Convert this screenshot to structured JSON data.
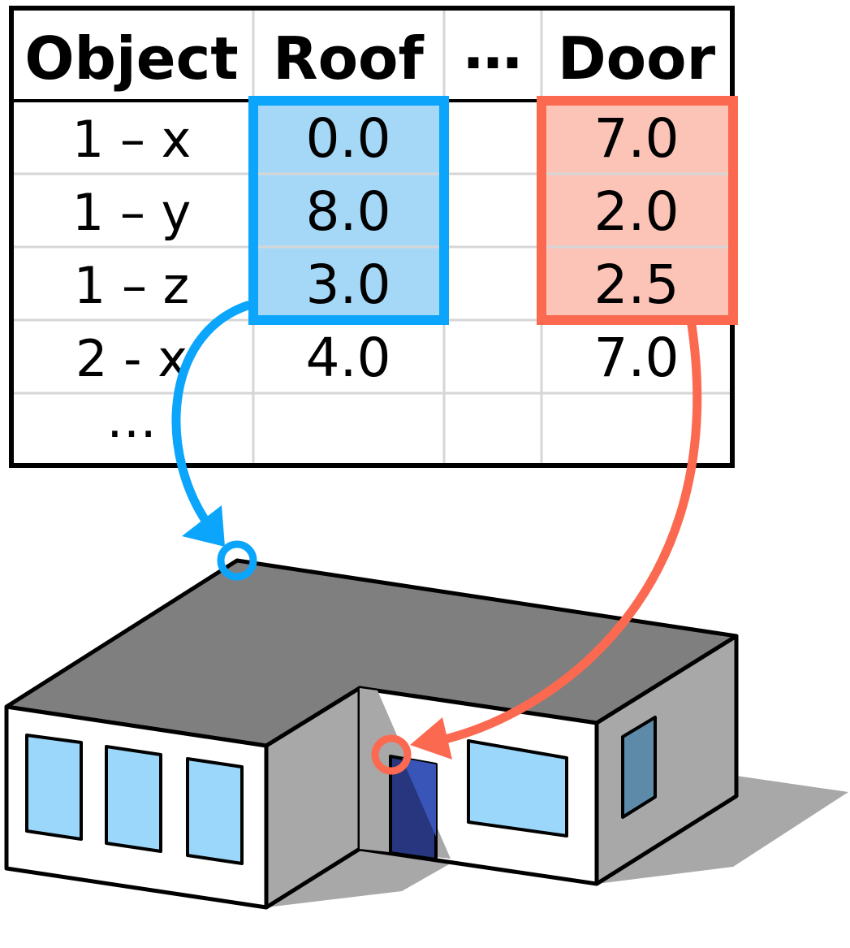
{
  "table": {
    "headers": [
      "Object",
      "Roof",
      "…",
      "Door"
    ],
    "rows": [
      {
        "label": "1 – x",
        "roof": "0.0",
        "door": "7.0"
      },
      {
        "label": "1 – y",
        "roof": "8.0",
        "door": "2.0"
      },
      {
        "label": "1 – z",
        "roof": "3.0",
        "door": "2.5"
      },
      {
        "label": "2 - x",
        "roof": "4.0",
        "door": "7.0"
      },
      {
        "label": "…",
        "roof": "",
        "door": ""
      }
    ]
  },
  "colors": {
    "roof_highlight": "#0ba5fb",
    "roof_fill": "#a5d8f7",
    "door_highlight": "#fb6a50",
    "door_fill": "#fcc3b7",
    "roof_surface": "#7f7f7f",
    "wall_side": "#a8a8a8",
    "window": "#9ad7fb",
    "door": "#27367f",
    "shadow": "#a8a8a8"
  }
}
